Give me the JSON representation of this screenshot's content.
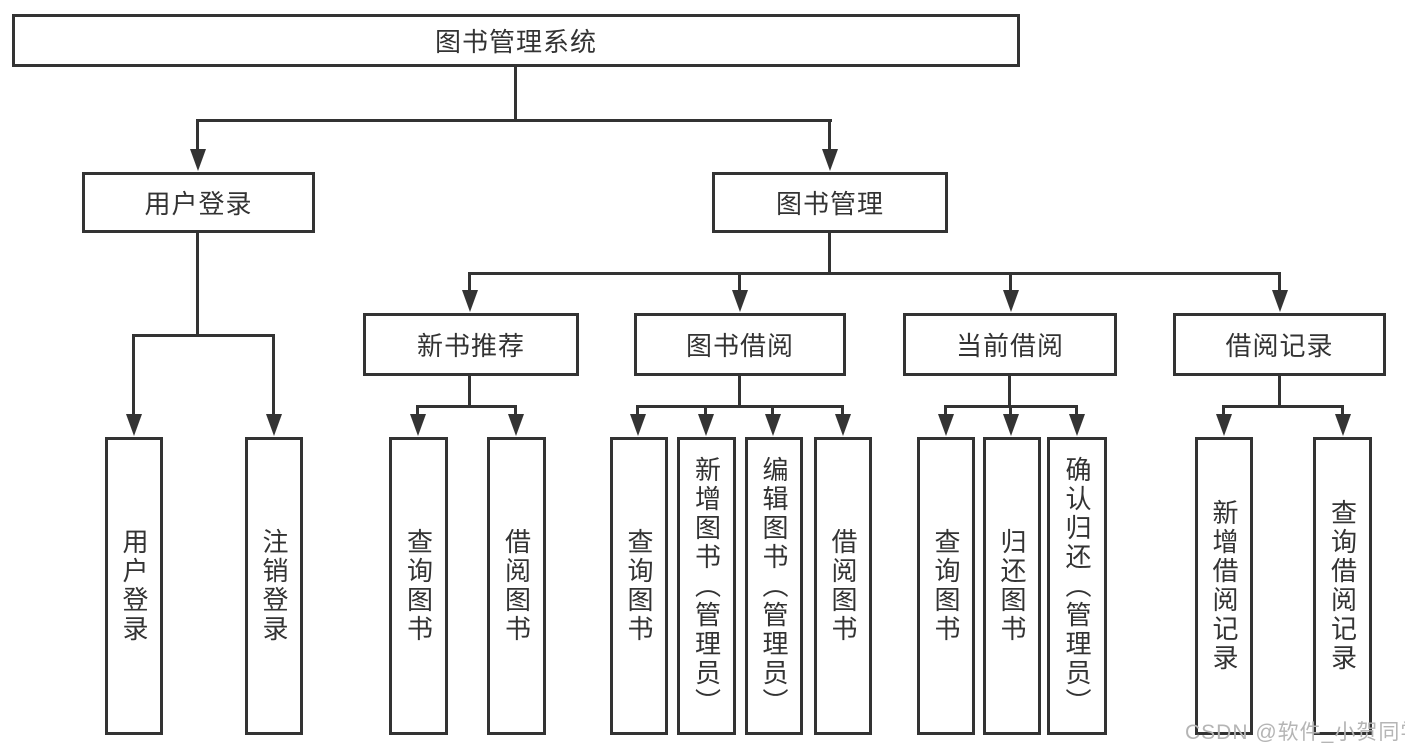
{
  "nodes": {
    "root": "图书管理系统",
    "user_login": "用户登录",
    "book_mgmt": "图书管理",
    "new_book_rec": "新书推荐",
    "book_borrow": "图书借阅",
    "current_borrow": "当前借阅",
    "borrow_records": "借阅记录",
    "leaf_user_login": "用户登录",
    "leaf_logout": "注销登录",
    "leaf_rec_query": "查询图书",
    "leaf_rec_borrow": "借阅图书",
    "leaf_bb_query": "查询图书",
    "leaf_bb_add": "新增图书（管理员）",
    "leaf_bb_edit": "编辑图书（管理员）",
    "leaf_bb_borrow": "借阅图书",
    "leaf_cb_query": "查询图书",
    "leaf_cb_return": "归还图书",
    "leaf_cb_confirm": "确认归还（管理员）",
    "leaf_br_add": "新增借阅记录",
    "leaf_br_query": "查询借阅记录"
  },
  "hierarchy": {
    "图书管理系统": {
      "用户登录": [
        "用户登录",
        "注销登录"
      ],
      "图书管理": {
        "新书推荐": [
          "查询图书",
          "借阅图书"
        ],
        "图书借阅": [
          "查询图书",
          "新增图书（管理员）",
          "编辑图书（管理员）",
          "借阅图书"
        ],
        "当前借阅": [
          "查询图书",
          "归还图书",
          "确认归还（管理员）"
        ],
        "借阅记录": [
          "新增借阅记录",
          "查询借阅记录"
        ]
      }
    }
  },
  "watermark": "CSDN @软件_小贺同学",
  "colors": {
    "line": "#333333",
    "background": "#ffffff",
    "text": "#333333",
    "watermark": "#b5b5b5"
  }
}
